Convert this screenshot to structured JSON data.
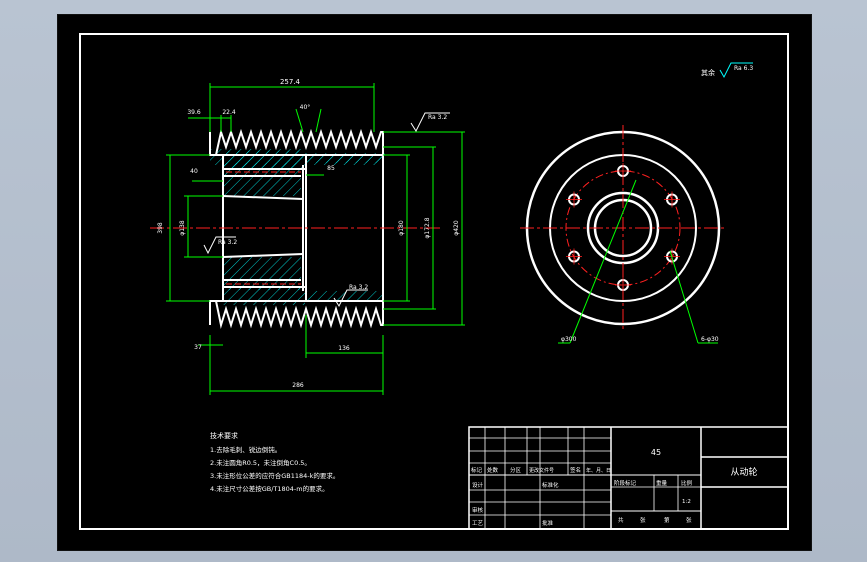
{
  "colors": {
    "background": "#000000",
    "outline": "#ffffff",
    "dimension": "#00ff00",
    "centerline": "#ff2020",
    "hatch": "#00ffff",
    "roughness": "#00ffff"
  },
  "section_view": {
    "dimensions": {
      "top_overall": "257.4",
      "top_left_a": "39.6",
      "top_left_b": "22.4",
      "groove_angle": "40°",
      "left_small": "40",
      "left_height": "398",
      "left_bore": "φ138",
      "key_dim": "85",
      "right_inner": "φ180",
      "right_mid": "φ172.8",
      "right_outer": "φ420",
      "bottom_left": "37",
      "bottom_hub": "136",
      "bottom_overall": "286"
    },
    "roughness_labels": {
      "top": "Ra 3.2",
      "bore": "Ra 3.2",
      "hub": "Ra 3.2"
    }
  },
  "end_view": {
    "labels": {
      "circle_dim": "φ300",
      "holes_dim": "6-φ30"
    }
  },
  "general_roughness": {
    "prefix": "其余",
    "value": "Ra 6.3"
  },
  "tech_requirements": {
    "title": "技术要求",
    "items": [
      "1.去除毛刺、锐边倒钝。",
      "2.未注圆角R0.5，未注倒角C0.5。",
      "3.未注形位公差的应符合GB1184-k的要求。",
      "4.未注尺寸公差按GB/T1804-m的要求。"
    ]
  },
  "title_block": {
    "material": "45",
    "part_name": "从动轮",
    "header_row": [
      "标记",
      "处数",
      "分区",
      "更改文件号",
      "签名",
      "年、月、日"
    ],
    "row_design": [
      "设计",
      "标准化"
    ],
    "row_review": "审核",
    "row_process": [
      "工艺",
      "批准"
    ],
    "stage_labels": [
      "阶段标记",
      "重量",
      "比例"
    ],
    "scale": "1:2",
    "sheet_labels": [
      "共",
      "张",
      "第",
      "张"
    ]
  }
}
